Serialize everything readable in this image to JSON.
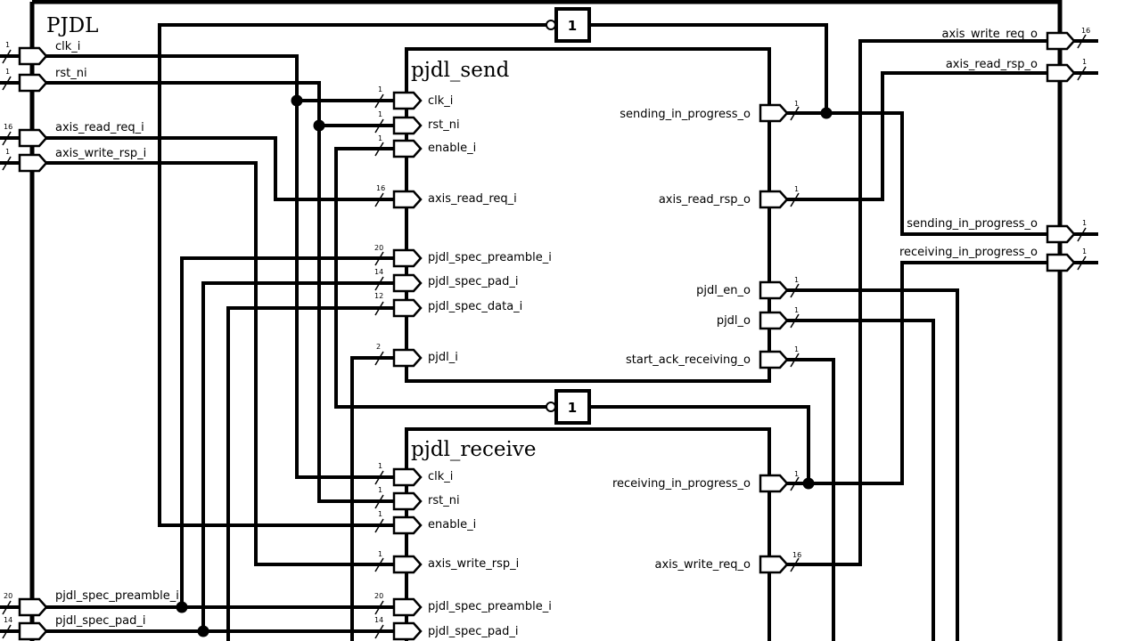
{
  "top": {
    "title": "PJDL",
    "inputs": [
      {
        "label": "clk_i",
        "width": "1"
      },
      {
        "label": "rst_ni",
        "width": "1"
      },
      {
        "label": "axis_read_req_i",
        "width": "16"
      },
      {
        "label": "axis_write_rsp_i",
        "width": "1"
      },
      {
        "label": "pjdl_spec_preamble_i",
        "width": "20"
      },
      {
        "label": "pjdl_spec_pad_i",
        "width": "14"
      }
    ],
    "outputs": [
      {
        "label": "axis_write_req_o",
        "width": "16"
      },
      {
        "label": "axis_read_rsp_o",
        "width": "1"
      },
      {
        "label": "sending_in_progress_o",
        "width": "1"
      },
      {
        "label": "receiving_in_progress_o",
        "width": "1"
      }
    ]
  },
  "inverters": [
    {
      "label": "1"
    },
    {
      "label": "1"
    }
  ],
  "send": {
    "title": "pjdl_send",
    "inputs": [
      {
        "label": "clk_i",
        "width": "1"
      },
      {
        "label": "rst_ni",
        "width": "1"
      },
      {
        "label": "enable_i",
        "width": "1"
      },
      {
        "label": "axis_read_req_i",
        "width": "16"
      },
      {
        "label": "pjdl_spec_preamble_i",
        "width": "20"
      },
      {
        "label": "pjdl_spec_pad_i",
        "width": "14"
      },
      {
        "label": "pjdl_spec_data_i",
        "width": "12"
      },
      {
        "label": "pjdl_i",
        "width": "2"
      }
    ],
    "outputs": [
      {
        "label": "sending_in_progress_o",
        "width": "1"
      },
      {
        "label": "axis_read_rsp_o",
        "width": "1"
      },
      {
        "label": "pjdl_en_o",
        "width": "1"
      },
      {
        "label": "pjdl_o",
        "width": "1"
      },
      {
        "label": "start_ack_receiving_o",
        "width": "1"
      }
    ]
  },
  "receive": {
    "title": "pjdl_receive",
    "inputs": [
      {
        "label": "clk_i",
        "width": "1"
      },
      {
        "label": "rst_ni",
        "width": "1"
      },
      {
        "label": "enable_i",
        "width": "1"
      },
      {
        "label": "axis_write_rsp_i",
        "width": "1"
      },
      {
        "label": "pjdl_spec_preamble_i",
        "width": "20"
      },
      {
        "label": "pjdl_spec_pad_i",
        "width": "14"
      }
    ],
    "outputs": [
      {
        "label": "receiving_in_progress_o",
        "width": "1"
      },
      {
        "label": "axis_write_req_o",
        "width": "16"
      }
    ]
  }
}
